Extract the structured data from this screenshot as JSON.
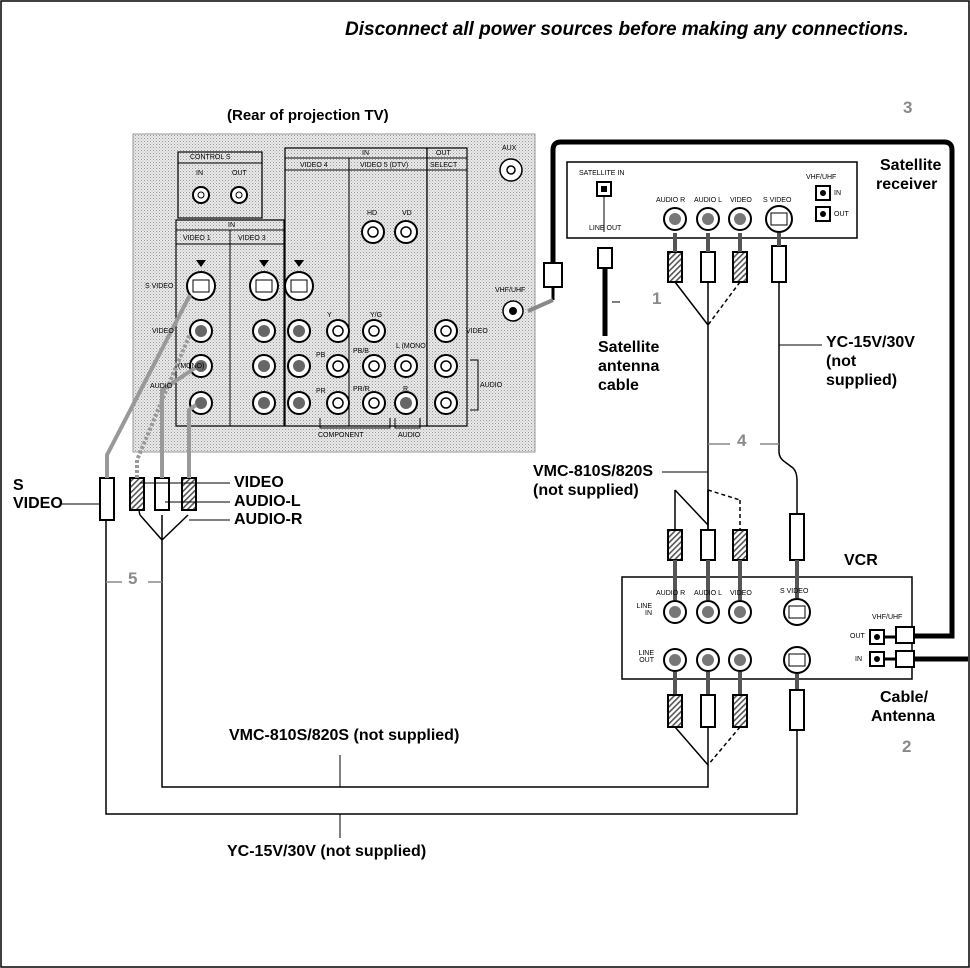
{
  "header": {
    "warning": "Disconnect all power sources before making any connections."
  },
  "tv": {
    "title": "(Rear of projection TV)",
    "control_s": "CONTROL S",
    "in": "IN",
    "out": "OUT",
    "in_header": "IN",
    "out_header": "OUT",
    "video1": "VIDEO 1",
    "video3": "VIDEO 3",
    "video4": "VIDEO 4",
    "video5": "VIDEO 5 (DTV)",
    "select": "SELECT",
    "aux": "AUX",
    "vhf_uhf": "VHF/UHF",
    "s_video": "S VIDEO",
    "video": "VIDEO",
    "mono": "(MONO)",
    "audio": "AUDIO",
    "hd": "HD",
    "vd": "VD",
    "y": "Y",
    "pb": "PB",
    "pr": "PR",
    "yg": "Y/G",
    "pbb": "PB/B",
    "prr": "PR/R",
    "l_mono": "L (MONO)",
    "r": "R",
    "component": "COMPONENT",
    "audio_out": "AUDIO",
    "video_out": "VIDEO"
  },
  "satellite": {
    "label_line1": "Satellite",
    "label_line2": "receiver",
    "satellite_in": "SATELLITE IN",
    "line_out": "LINE OUT",
    "audio_r": "AUDIO R",
    "audio_l": "AUDIO L",
    "video": "VIDEO",
    "s_video": "S VIDEO",
    "vhf_uhf": "VHF/UHF",
    "in": "IN",
    "out": "OUT"
  },
  "vcr": {
    "label": "VCR",
    "line_in": "LINE IN",
    "line_out": "LINE OUT",
    "audio_r": "AUDIO R",
    "audio_l": "AUDIO L",
    "video": "VIDEO",
    "s_video": "S VIDEO",
    "vhf_uhf": "VHF/UHF",
    "out": "OUT",
    "in": "IN"
  },
  "labels": {
    "sat_cable_1": "Satellite",
    "sat_cable_2": "antenna",
    "sat_cable_3": "cable",
    "yc_top_1": "YC-15V/30V",
    "yc_top_2": "(not",
    "yc_top_3": "supplied)",
    "vmc_mid_1": "VMC-810S/820S",
    "vmc_mid_2": "(not supplied)",
    "s_video_1": "S",
    "s_video_2": "VIDEO",
    "video": "VIDEO",
    "audio_l": "AUDIO-L",
    "audio_r": "AUDIO-R",
    "cable_antenna_1": "Cable/",
    "cable_antenna_2": "Antenna",
    "vmc_bottom": "VMC-810S/820S (not supplied)",
    "yc_bottom": "YC-15V/30V (not supplied)"
  },
  "steps": {
    "s1": "1",
    "s2": "2",
    "s3": "3",
    "s4": "4",
    "s5": "5"
  }
}
